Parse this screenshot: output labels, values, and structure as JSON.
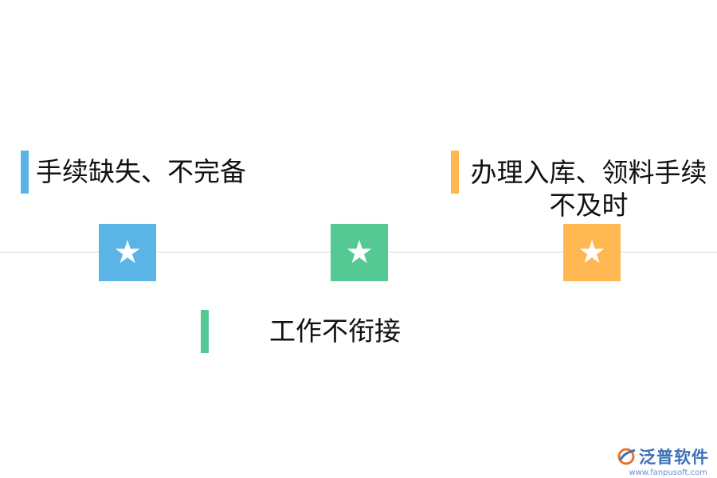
{
  "colors": {
    "blue": "#5ab4e6",
    "green": "#55c993",
    "orange": "#ffb752",
    "line": "#d9d9d9"
  },
  "items": [
    {
      "label": "手续缺失、不完备",
      "icon": "star-icon",
      "star": "★",
      "color": "#5ab4e6"
    },
    {
      "label": "工作不衔接",
      "icon": "star-icon",
      "star": "★",
      "color": "#55c993"
    },
    {
      "label": "办理入库、领料手续不及时",
      "icon": "star-icon",
      "star": "★",
      "color": "#ffb752"
    }
  ],
  "logo": {
    "name": "泛普软件",
    "url": "www.fanpusoft.com",
    "icon": "fanpu-logo-icon"
  }
}
